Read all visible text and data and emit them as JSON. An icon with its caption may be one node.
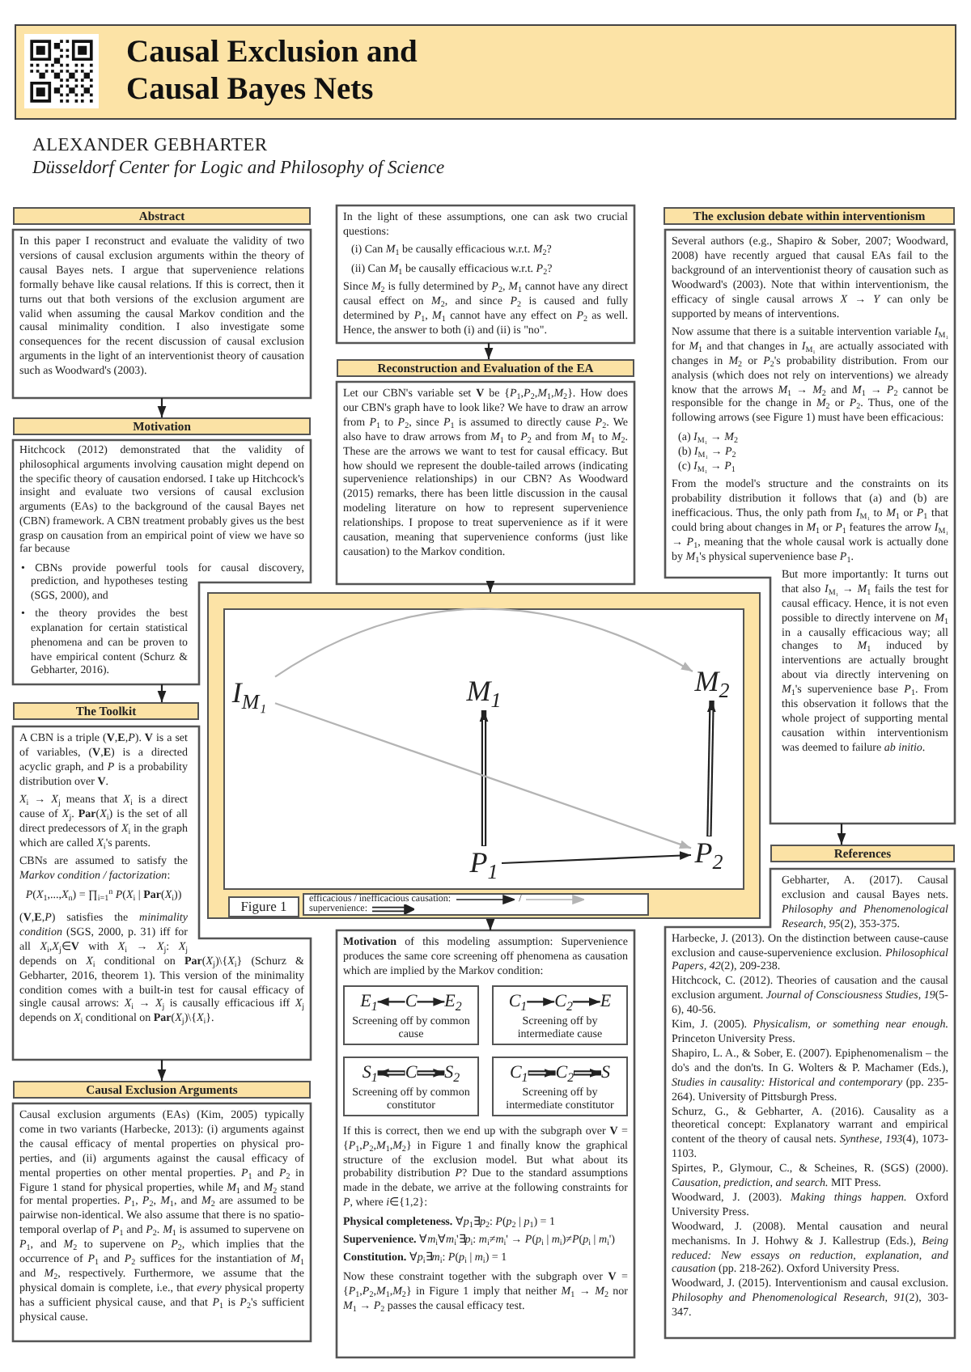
{
  "diagram": {
    "title": "Causal Exclusion and Causal Bayes Nets",
    "nodes": [
      {
        "text": [
          "Abstract"
        ]
      },
      {
        "text": [
          "In this paper I reconstruct and evaluate the validity of two versions of causal exclusion arguments within the theory of causal Bayes nets. I argue that supervenience relations formally behave like causal relations. If this is correct, then it turns out that both versions of the exclusion argument are valid when assuming the causal Markov condition and the causal minimality condition. I also investigate some consequences for the recent discussion of causal exclusion arguments in the light of an interventionist theory of causation such as Woodward's (2003)."
        ]
      },
      {
        "text": [
          "Motivation"
        ]
      },
      {
        "text": [
          "Hitchcock (2012) demonstrated that the validity of philosophical arguments involving causation might depend on the specific theory of causation endorsed. I take up Hitchcock's insight and evaluate two versions of causal exclusion arguments (EAs) to the background of the causal Bayes net (CBN) framework. A CBN treatment probably gives us the best grasp on causation from an empirical point of view we have so far because",
          "• CBNs provide powerful tools for causal discovery, prediction, and hypotheses testing (SGS, 2000), and",
          "• the theory provides the best explanation for certain statistical phenomena and can be proven to have empirical content (Schurz & Gebharter, 2016)."
        ]
      },
      {
        "text": [
          "The Toolkit"
        ]
      },
      {
        "text": [
          "A CBN is a triple (**V**,**E**,*P*). **V** is a set of variables, (**V**,**E**) is a directed acyclic graph, and *P* is a probability distribution over **V**.",
          "*X*$_{i}$ → *X*$_{j}$ means that *X*$_{i}$ is a direct cause of *X*$_{j}$. **Par**(*X*$_{i}$) is the set of all direct predecessors of *X*$_{i}$ in the graph which are called *X*$_{i}$'s parents.",
          "CBNs are assumed to satisfy the *Markov condition / factorization*:",
          "*P*(*X*$_{1}$,...,*X*$_{n}$) = ∏$_{i=1}$$^{n}$ *P*(*X*$_{i}$ | **Par**(*X*$_{i}$))",
          "(**V**,**E**,*P*) satisfies the *minimality condition* (SGS, 2000, p. 31) iff for all *X*$_{i}$,*X*$_{j}$∈**V** with *X*$_{i}$ → *X*$_{j}$: *X*$_{j}$ depends on *X*$_{i}$ conditional on **Par**(*X*$_{j}$)\\{*X*$_{i}$} (Schurz & Gebharter, 2016, theorem 1). This version of the minimality condition comes with a built-in test for causal efficacy of single causal arrows: *X*$_{i}$ → *X*$_{j}$ is causally efficacious iff *X*$_{j}$ depends on *X*$_{i}$ conditional on **Par**(*X*$_{j}$)\\{*X*$_{i}$}."
        ]
      },
      {
        "text": [
          "Causal Exclusion Arguments"
        ]
      },
      {
        "text": [
          "Causal exclusion arguments (EAs) (Kim, 2005) typically come in two variants (Harbecke, 2013): (i) arguments against the causal efficacy of mental properties on physical pro-perties, and (ii) arguments against the causal efficacy of mental properties on other mental properties. *P*$_{1}$ and *P*$_{2}$ in Figure 1 stand for physical properties, while *M*$_{1}$ and *M*$_{2}$ stand for mental properties. *P*$_{1}$, *P*$_{2}$, *M*$_{1}$, and *M*$_{2}$ are assumed to be pairwise non-identical. We also assume that there is no spatio-temporal overlap of *P*$_{1}$ and *P*$_{2}$. *M*$_{1}$ is assumed to supervene on *P*$_{1}$, and *M*$_{2}$ to supervene on *P*$_{2}$, which implies that the occurrence of *P*$_{1}$ and *P*$_{2}$ suffices for the instantiation of *M*$_{1}$ and *M*$_{2}$, respectively. Furthermore, we assume that the physical domain is complete, i.e., that *every* physical property has a sufficient physical cause, and that *P*$_{1}$ is *P*$_{2}$'s sufficient physical cause."
        ]
      },
      {
        "text": [
          "In the light of these assumptions, one can ask two crucial questions:",
          "(i) Can *M*$_{1}$ be causally efficacious w.r.t. *M*$_{2}$?",
          "(ii) Can *M*$_{1}$ be causally efficacious w.r.t. *P*$_{2}$?",
          "Since *M*$_{2}$ is fully determined by *P*$_{2}$, *M*$_{1}$ cannot have any direct causal effect on *M*$_{2}$, and since *P*$_{2}$ is caused and fully determined by *P*$_{1}$, *M*$_{1}$ cannot have any effect on *P*$_{2}$ as well. Hence, the answer to both (i) and (ii) is \"no\"."
        ]
      },
      {
        "text": [
          "Reconstruction and Evaluation of the EA"
        ]
      },
      {
        "text": [
          "Let our CBN's variable set **V** be {*P*$_{1}$,*P*$_{2}$,*M*$_{1}$,*M*$_{2}$}. How does our CBN's graph have to look like? We have to draw an arrow from *P*$_{1}$ to *P*$_{2}$, since *P*$_{1}$ is assumed to directly cause *P*$_{2}$. We also have to draw arrows from *M*$_{1}$ to *P*$_{2}$ and from *M*$_{1}$ to *M*$_{2}$. These are the arrows we want to test for causal efficacy. But how should we represent the double-tailed arrows (indicating supervenience relationships) in our CBN? As Woodward (2015) remarks, there has been little discussion in the causal modeling literature on how to represent supervenience relationships. I propose to treat supervenience as if it were causation, meaning that supervenience conforms (just like causation) to the Markov condition."
        ]
      },
      {
        "text": [],
        "shape": "box"
      },
      {
        "text": [
          "I$_{M₁}$"
        ],
        "in": 11
      },
      {
        "text": [
          "M$_{1}$"
        ],
        "in": 11
      },
      {
        "text": [
          "M$_{2}$"
        ],
        "in": 11
      },
      {
        "text": [
          "P$_{1}$"
        ],
        "in": 11
      },
      {
        "text": [
          "P$_{2}$"
        ],
        "in": 11
      },
      {
        "text": [
          "Figure 1"
        ],
        "in": 11
      },
      {
        "text": [
          "**Motivation** of this modeling assumption: Supervenience produces the same core screening off phenomena as causation which are implied by the Markov condition:",
          "If this is correct, then we end up with the subgraph over **V** = {*P*$_{1}$,*P*$_{2}$,*M*$_{1}$,*M*$_{2}$} in Figure 1 and finally know the graphical structure of the exclusion model. But what about its probability distribution *P*? Due to the standard assumptions made in the debate, we arrive at the following constraints for *P*, where *i*∈{1,2}:",
          "**Physical completeness.** ∀*p*$_{1}$∃*p*$_{2}$: *P*(*p*$_{2}$ | *p*$_{1}$) = 1",
          "**Supervenience.** ∀*m*$_{i}$∀*m*$_{i}$'∃*p*$_{i}$: *m*$_{i}$≠*m*$_{i}$' → *P*(*p*$_{i}$ | *m*$_{i}$)≠*P*(*p*$_{i}$ | *m*$_{i}$')",
          "**Constitution.** ∀*p*$_{i}$∃*m*$_{i}$: *P*(*p*$_{i}$ | *m*$_{i}$) = 1",
          "Now these constraint together with the subgraph over **V** = {*P*$_{1}$,*P*$_{2}$,*M*$_{1}$,*M*$_{2}$} in Figure 1 imply that neither *M*$_{1}$ → *M*$_{2}$ nor *M*$_{1}$ → *P*$_{2}$ passes the causal efficacy test."
        ]
      },
      {
        "text": [
          "Screening off by common cause"
        ],
        "in": 18
      },
      {
        "text": [
          "E$_{1}$"
        ],
        "in": 19
      },
      {
        "text": [
          "C"
        ],
        "in": 19
      },
      {
        "text": [
          "E$_{2}$"
        ],
        "in": 19
      },
      {
        "text": [
          "Screening off by intermediate cause"
        ],
        "in": 18
      },
      {
        "text": [
          "C$_{1}$"
        ],
        "in": 23
      },
      {
        "text": [
          "C$_{2}$"
        ],
        "in": 23
      },
      {
        "text": [
          "E"
        ],
        "in": 23
      },
      {
        "text": [
          "Screening off by common constitutor"
        ],
        "in": 18
      },
      {
        "text": [
          "S$_{1}$"
        ],
        "in": 27
      },
      {
        "text": [
          "C"
        ],
        "in": 27
      },
      {
        "text": [
          "S$_{2}$"
        ],
        "in": 27
      },
      {
        "text": [
          "Screening off by intermediate constitutor"
        ],
        "in": 18
      },
      {
        "text": [
          "C$_{1}$"
        ],
        "in": 31
      },
      {
        "text": [
          "C$_{2}$"
        ],
        "in": 31
      },
      {
        "text": [
          "S"
        ],
        "in": 31
      },
      {
        "text": [
          "The exclusion debate within interventionism"
        ]
      },
      {
        "text": [
          "Several authors (e.g., Shapiro & Sober, 2007; Woodward, 2008) have recently argued that causal EAs fail to the background of an interventionist theory of causation such as Woodward's (2003). Note that within interventionism, the efficacy of single causal arrows *X* → *Y* can only be supported by means of interventions.",
          "Now assume that there is a suitable intervention variable *I*$_{M₁}$ for *M*$_{1}$ and that changes in *I*$_{M₁}$ are actually associated with changes in *M*$_{2}$ or *P*$_{2}$'s probability distribution. From our analysis (which does not rely on interventions) we already know that the arrows *M*$_{1}$ → *M*$_{2}$ and *M*$_{1}$ → *P*$_{2}$ cannot be responsible for the change in *M*$_{2}$ or *P*$_{2}$. Thus, one of the following arrows (see Figure 1) must have been efficacious:",
          "(a) *I*$_{M₁}$ → *M*$_{2}$",
          "(b) *I*$_{M₁}$ → *P*$_{2}$",
          "(c) *I*$_{M₁}$ → *P*$_{1}$",
          "From the model's structure and the constraints on its probability distribution it follows that (a) and (b) are inefficacious. Thus, the only path from *I*$_{M₁}$ to *M*$_{1}$ or *P*$_{1}$ that could bring about changes in *M*$_{1}$ or *P*$_{1}$ features the arrow *I*$_{M₁}$ → *P*$_{1}$, meaning that the whole causal work is actually done by *M*$_{1}$'s physical supervenience base *P*$_{1}$.",
          "But more importantly: It turns out that also *I*$_{M₁}$ → *M*$_{1}$ fails the test for causal efficacy. Hence, it is not even possible to directly intervene on *M*$_{1}$ in a causally efficacious way; all changes to *M*$_{1}$ induced by interventions are actually brought about via directly intervening on *M*$_{1}$'s supervenience base *P*$_{1}$. From this observation it follows that the whole project of supporting mental causation within interventionism was deemed to failure *ab initio*."
        ]
      },
      {
        "text": [
          "References"
        ]
      },
      {
        "text": [
          "Gebharter, A. (2017). Causal exclusion and causal Bayes nets. *Philosophy and Phenomenological Research, 95*(2), 353-375.",
          "Harbecke, J. (2013). On the distinction between cause-cause exclusion and cause-supervenience exclusion. *Philosophical Papers, 42*(2), 209-238.",
          "Hitchcock, C. (2012). Theories of causation and the causal exclusion argument. *Journal of Consciousness Studies, 19*(5-6), 40-56.",
          "Kim, J. (2005). *Physicalism, or something near enough.* Princeton University Press.",
          "Shapiro, L. A., & Sober, E. (2007). Epiphenomenalism – the do's and the don'ts. In G. Wolters & P. Machamer (Eds.), *Studies in causality: Historical and contemporary* (pp. 235-264). University of Pittsburgh Press.",
          "Schurz, G., & Gebharter, A. (2016). Causality as a theoretical concept: Explanatory warrant and empirical content of the theory of causal nets. *Synthese, 193*(4), 1073-1103.",
          "Spirtes, P., Glymour, C., & Scheines, R. (SGS) (2000). *Causation, prediction, and search.* MIT Press.",
          "Woodward, J. (2003). *Making things happen.* Oxford University Press.",
          "Woodward, J. (2008). Mental causation and neural mechanisms. In J. Hohwy & J. Kallestrup (Eds.), *Being reduced: New essays on reduction, explanation, and causation* (pp. 218-262). Oxford University Press.",
          "Woodward, J. (2015). Interventionism and causal exclusion. *Philosophy and Phenomenological Research, 91*(2), 303-347."
        ]
      }
    ],
    "edges": [
      {
        "from": 1,
        "to": 2,
        "arrow": "to"
      },
      {
        "from": 3,
        "to": 4,
        "arrow": "to"
      },
      {
        "from": 5,
        "to": 6,
        "arrow": "to"
      },
      {
        "from": 8,
        "to": 9,
        "arrow": "to"
      },
      {
        "from": 10,
        "to": 11,
        "arrow": "to"
      },
      {
        "from": 11,
        "to": 18,
        "arrow": "to"
      },
      {
        "from": 36,
        "to": 37,
        "arrow": "to"
      },
      {
        "from": 15,
        "to": 13,
        "arrow": "to",
        "style": "thick"
      },
      {
        "from": 16,
        "to": 14,
        "arrow": "to",
        "style": "thick"
      },
      {
        "from": 15,
        "to": 16,
        "arrow": "to"
      },
      {
        "from": 12,
        "to": 14,
        "arrow": "to",
        "color": "#b4b4b4"
      },
      {
        "from": 12,
        "to": 16,
        "arrow": "to",
        "color": "#b4b4b4"
      },
      {
        "from": 21,
        "to": 20,
        "arrow": "to"
      },
      {
        "from": 21,
        "to": 22,
        "arrow": "to"
      },
      {
        "from": 24,
        "to": 25,
        "arrow": "to"
      },
      {
        "from": 25,
        "to": 26,
        "arrow": "to"
      },
      {
        "from": 29,
        "to": 28,
        "arrow": "to",
        "style": "thick"
      },
      {
        "from": 29,
        "to": 30,
        "arrow": "to",
        "style": "thick"
      },
      {
        "from": 32,
        "to": 33,
        "arrow": "to",
        "style": "thick"
      },
      {
        "from": 33,
        "to": 34,
        "arrow": "to",
        "style": "thick"
      }
    ],
    "labels": [
      "ALEXANDER GEBHARTER",
      "Düsseldorf Center for Logic and Philosophy of Science",
      "/"
    ],
    "legend": [
      {
        "text": "efficacious / inefficacious causation:"
      },
      {
        "text": "supervenience:"
      }
    ]
  }
}
